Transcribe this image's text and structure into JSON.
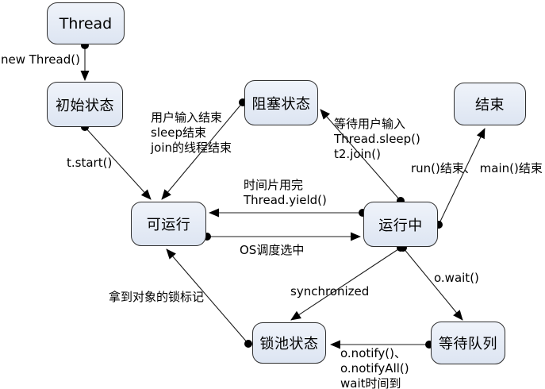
{
  "diagram": {
    "title": "Java thread state diagram",
    "colors": {
      "background": "#ffffff",
      "node_fill_top": "#eff3fa",
      "node_fill_bottom": "#dde5f2",
      "node_border": "#2f2f2f",
      "edge_line": "#1c1c1c",
      "text": "#000000"
    },
    "nodes": {
      "thread": {
        "label": "Thread"
      },
      "initial": {
        "label": "初始状态"
      },
      "blocked": {
        "label": "阻塞状态"
      },
      "end": {
        "label": "结束"
      },
      "runnable": {
        "label": "可运行"
      },
      "running": {
        "label": "运行中"
      },
      "lockpool": {
        "label": "锁池状态"
      },
      "waitqueue": {
        "label": "等待队列"
      }
    },
    "edges": {
      "new_thread": {
        "label": "new Thread()",
        "from": "thread",
        "to": "initial"
      },
      "t_start": {
        "label": "t.start()",
        "from": "initial",
        "to": "runnable"
      },
      "blocked_to_runnable": {
        "label": "用户输入结束\nsleep结束\njoin的线程结束",
        "from": "blocked",
        "to": "runnable"
      },
      "running_to_blocked": {
        "label": "等待用户输入\nThread.sleep()\nt2.join()",
        "from": "running",
        "to": "blocked"
      },
      "running_to_end": {
        "label": "run()结束、 main()结束",
        "from": "running",
        "to": "end"
      },
      "yield": {
        "label": "时间片用完\nThread.yield()",
        "from": "running",
        "to": "runnable"
      },
      "os_schedule": {
        "label": "OS调度选中",
        "from": "runnable",
        "to": "running"
      },
      "synchronized": {
        "label": "synchronized",
        "from": "running",
        "to": "lockpool"
      },
      "o_wait": {
        "label": "o.wait()",
        "from": "running",
        "to": "waitqueue"
      },
      "notify": {
        "label": "o.notify()、\no.notifyAll()\nwait时间到",
        "from": "waitqueue",
        "to": "lockpool"
      },
      "acquire_lock": {
        "label": "拿到对象的锁标记",
        "from": "lockpool",
        "to": "runnable"
      }
    }
  }
}
